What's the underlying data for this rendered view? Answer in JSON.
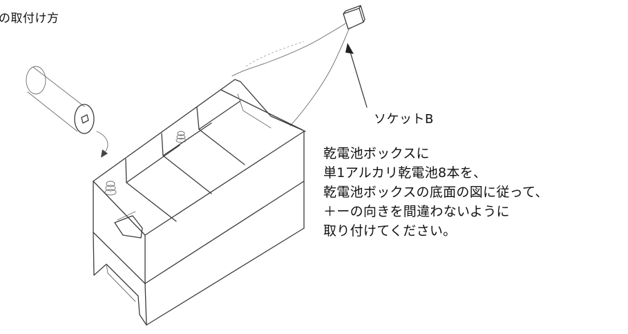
{
  "title": "の取付け方",
  "socket_label": "ソケットB",
  "instructions": [
    "乾電池ボックスに",
    "単1アルカリ乾電池8本を、",
    "乾電池ボックスの底面の図に従って、",
    "＋ーの向きを間違わないように",
    "取り付けてください。"
  ],
  "icons": {
    "battery": "battery-icon",
    "battery_box": "battery-box-icon",
    "socket": "socket-icon",
    "arrow": "arrow-icon"
  }
}
